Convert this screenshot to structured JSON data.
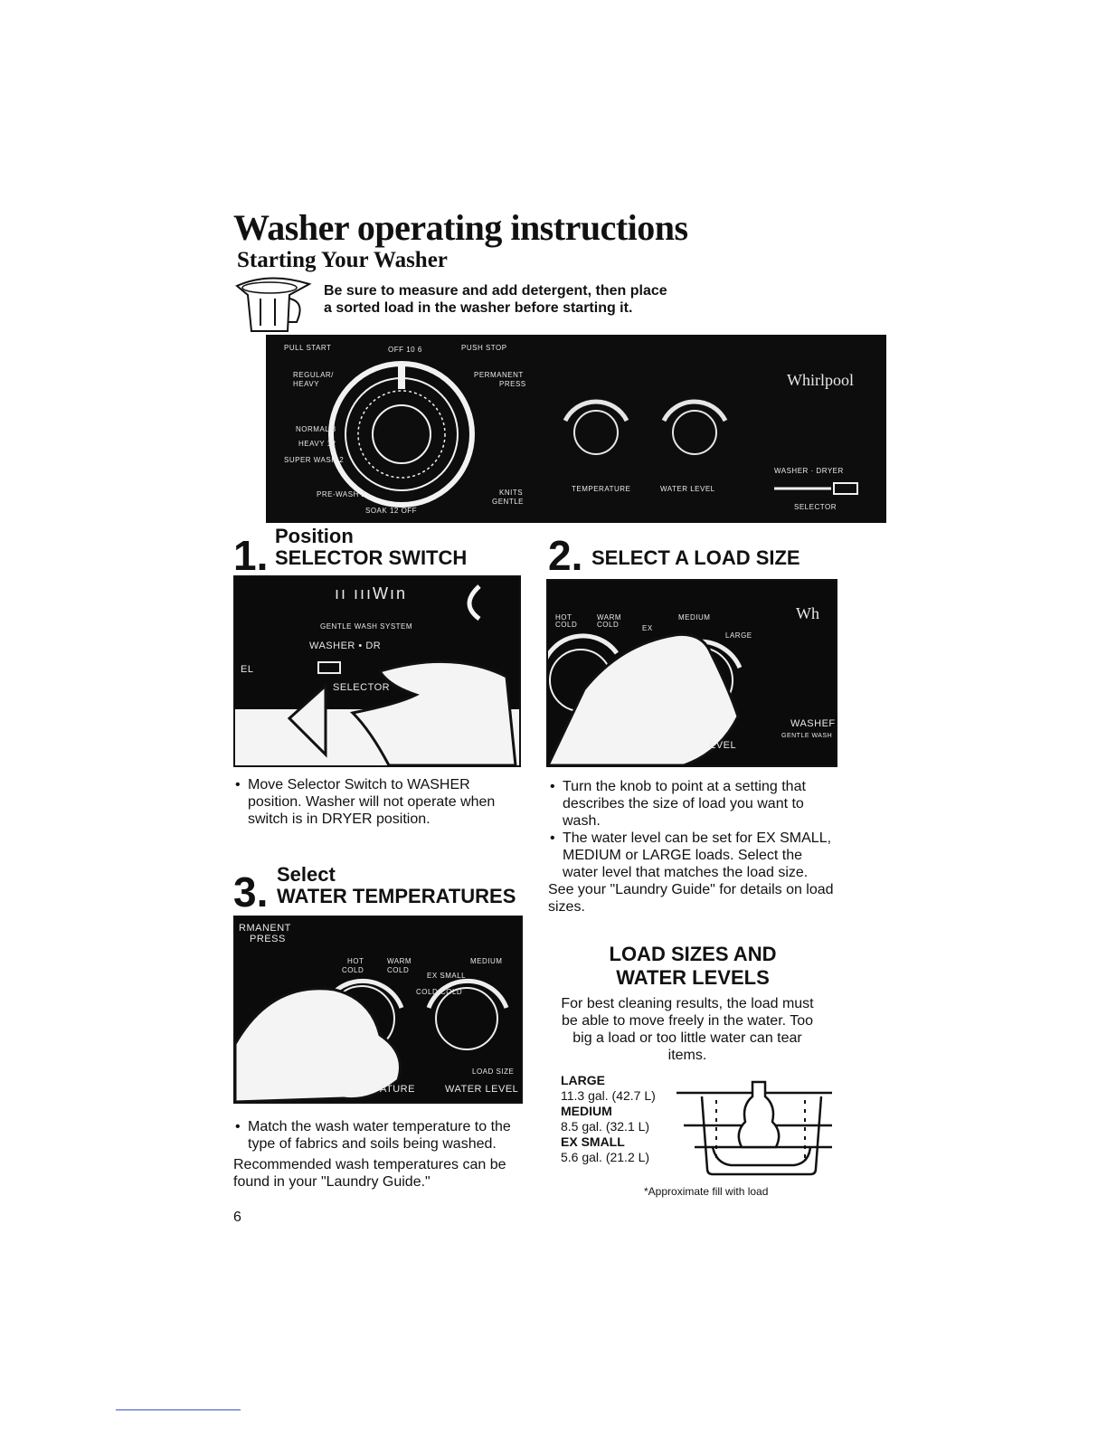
{
  "page": {
    "title": "Washer operating instructions",
    "subtitle": "Starting Your Washer",
    "intro_line1": "Be sure to measure and add detergent, then place",
    "intro_line2": "a sorted load in the washer before starting it.",
    "page_number": "6"
  },
  "panel": {
    "pull_start": "PULL START",
    "off_10_6": "OFF 10  6",
    "push_stop": "PUSH STOP",
    "regular_heavy_1": "REGULAR/",
    "regular_heavy_2": "HEAVY",
    "permanent_1": "PERMANENT",
    "permanent_2": "PRESS",
    "normal": "NORMAL  8",
    "heavy": "HEAVY  12",
    "super_wash": "SUPER WASH  2",
    "pre_wash": "PRE-WASH  2",
    "soak": "SOAK  12 OFF",
    "knits_1": "KNITS",
    "knits_2": "GENTLE",
    "temperature": "TEMPERATURE",
    "water_level": "WATER LEVEL",
    "brand": "Whirlpool",
    "washer_dryer": "WASHER  ·  DRYER",
    "selector": "SELECTOR"
  },
  "step1": {
    "number": "1.",
    "head1": "Position",
    "head2": "SELECTOR SWITCH",
    "photo_gentle": "GENTLE WASH SYSTEM",
    "photo_washer": "WASHER  •  DR",
    "photo_selector": "SELECTOR",
    "photo_el": "EL",
    "bullets": [
      "Move Selector Switch to WASHER position. Washer will not operate when switch is in DRYER position."
    ]
  },
  "step2": {
    "number": "2.",
    "head": "SELECT A LOAD SIZE",
    "photo_hot": "HOT",
    "photo_cold": "COLD",
    "photo_warm": "WARM",
    "photo_cold2": "COLD",
    "photo_medium": "MEDIUM",
    "photo_ex": "EX",
    "photo_large": "LARGE",
    "photo_level": "EVEL",
    "photo_wh": "Wh",
    "photo_washer": "WASHEF",
    "photo_gentle": "GENTLE WASH",
    "bullets": [
      "Turn the knob to point at a setting that describes the size of load you want to wash.",
      "The water level can be set for EX SMALL, MEDIUM or LARGE loads. Select the water level that matches the load size."
    ],
    "note": "See your \"Laundry Guide\" for details on load sizes."
  },
  "step3": {
    "number": "3.",
    "head1": "Select",
    "head2": "WATER TEMPERATURES",
    "photo_permanent": "RMANENT",
    "photo_press": "PRESS",
    "photo_hot": "HOT",
    "photo_cold": "COLD",
    "photo_warm": "WARM",
    "photo_cold2": "COLD",
    "photo_medium": "MEDIUM",
    "photo_ex_small": "EX SMALL",
    "photo_coldcold": "COLD COLD",
    "photo_load_size": "LOAD SIZE",
    "photo_ature": "ATURE",
    "photo_water_level": "WATER LEVEL",
    "bullets": [
      "Match the wash water temperature to the type of fabrics and soils being washed."
    ],
    "note": "Recommended wash temperatures can be found in your \"Laundry Guide.\""
  },
  "load_sizes": {
    "head1": "LOAD SIZES AND",
    "head2": "WATER LEVELS",
    "body": "For best cleaning results, the load must be able to move freely in the water. Too big a load or too little water can tear items.",
    "rows": [
      {
        "label": "LARGE",
        "amount": "11.3 gal. (42.7 L)"
      },
      {
        "label": "MEDIUM",
        "amount": "8.5 gal. (32.1 L)"
      },
      {
        "label": "EX SMALL",
        "amount": "5.6 gal. (21.2 L)"
      }
    ],
    "footnote": "*Approximate fill with load"
  }
}
